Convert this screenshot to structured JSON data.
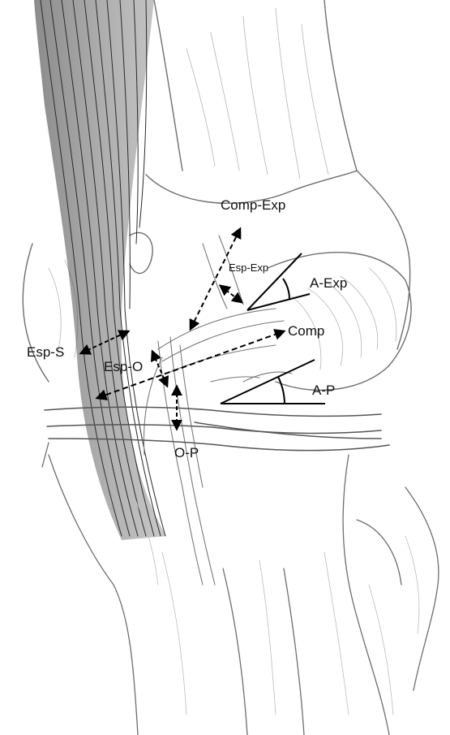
{
  "colors": {
    "paper": "#ffffff",
    "pencil": "#5a5a5a",
    "pencil_light": "#9a9a9a",
    "shade": "#3a3a3a",
    "ink": "#000000"
  },
  "labels": {
    "comp_exp": "Comp-Exp",
    "esp_exp": "Esp-Exp",
    "a_exp": "A-Exp",
    "comp": "Comp",
    "esp_s": "Esp-S",
    "esp_o": "Esp-O",
    "a_p": "A-P",
    "o_p": "O-P"
  }
}
